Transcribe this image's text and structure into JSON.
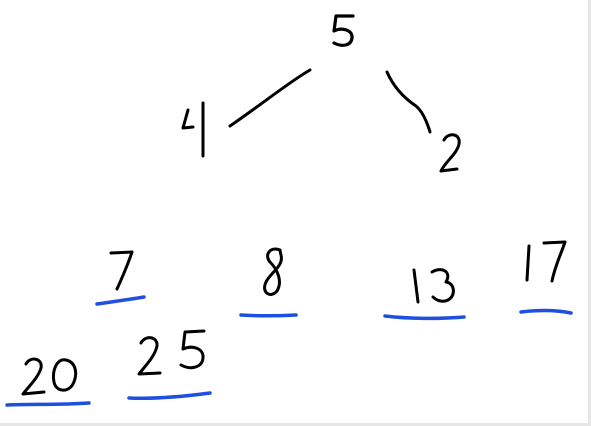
{
  "canvas": {
    "background": "#ffffff",
    "ink_color": "#000000",
    "underline_color": "#1f4fe0"
  },
  "tree": {
    "root": "5",
    "left_child": "4",
    "right_child": "2"
  },
  "list_numbers": [
    "7",
    "8",
    "13",
    "17",
    "20",
    "25"
  ],
  "underlined_numbers": [
    "7",
    "8",
    "13",
    "17",
    "20",
    "25"
  ]
}
